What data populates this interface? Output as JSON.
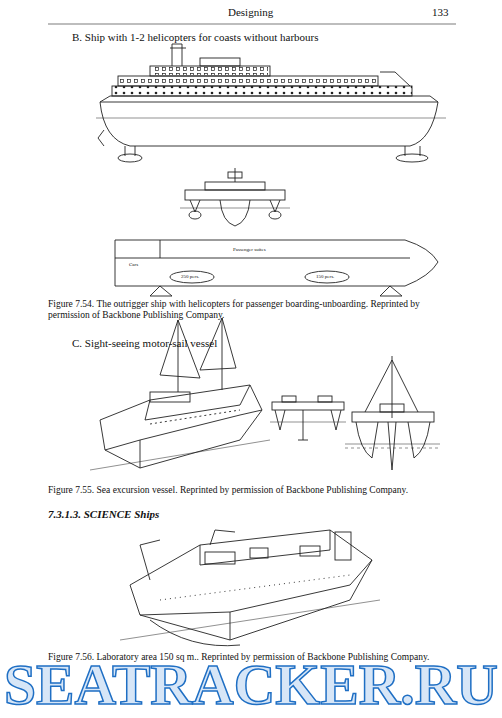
{
  "diagram": {
    "labels": [
      "Designing",
      "133",
      "B. Ship with 1-2 helicopters for coasts without harbours",
      "Cars",
      "Passenger suites",
      "250 pers.",
      "150 pers.",
      "Figure 7.54. The outrigger ship with helicopters for passenger boarding-unboarding. Reprinted by permission of Backbone Publishing Company.",
      "C. Sight-seeing motor-sail vessel",
      "Figure 7.55. Sea excursion vessel. Reprinted by permission of Backbone Publishing Company.",
      "7.3.1.3. SCIENCE Ships",
      "Figure 7.56. Laboratory area 150 sq m.. Reprinted by permission of Backbone Publishing Company.",
      "SEATRACKER.RU"
    ]
  }
}
